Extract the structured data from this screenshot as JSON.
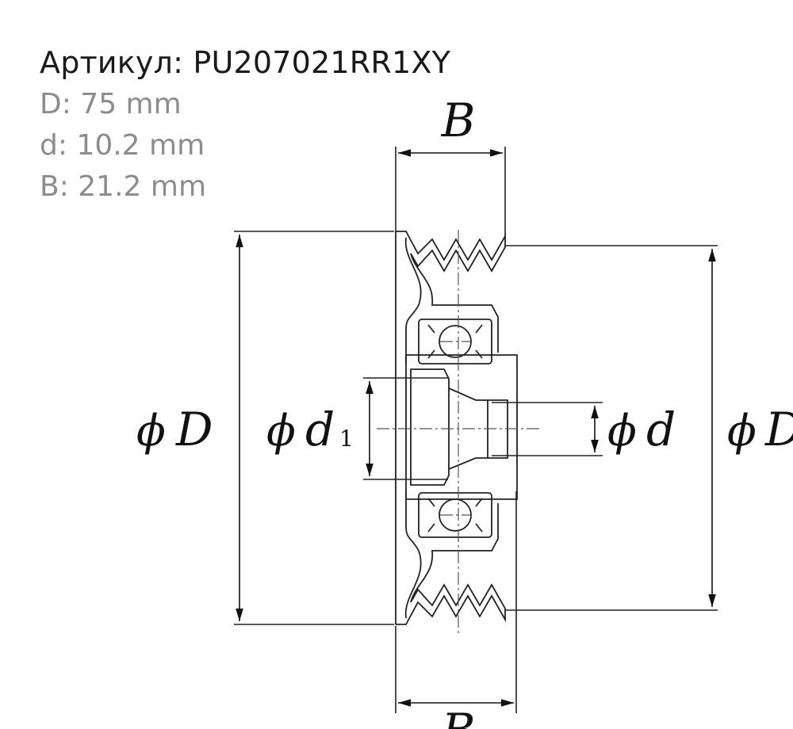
{
  "specs": {
    "article": "Артикул: PU207021RR1XY",
    "outer_diameter": "D: 75 mm",
    "inner_diameter": "d: 10.2 mm",
    "width": "B: 21.2 mm"
  },
  "drawing": {
    "label_B_top": "B",
    "label_B_bottom": "B",
    "label_D_left_phi": "ϕ",
    "label_D_left": "D",
    "label_d1_phi": "ϕ",
    "label_d1": "d",
    "label_d1_sub": "1",
    "label_d_phi": "ϕ",
    "label_d": "d",
    "label_D_right_phi": "ϕ",
    "label_D_right": "D"
  }
}
